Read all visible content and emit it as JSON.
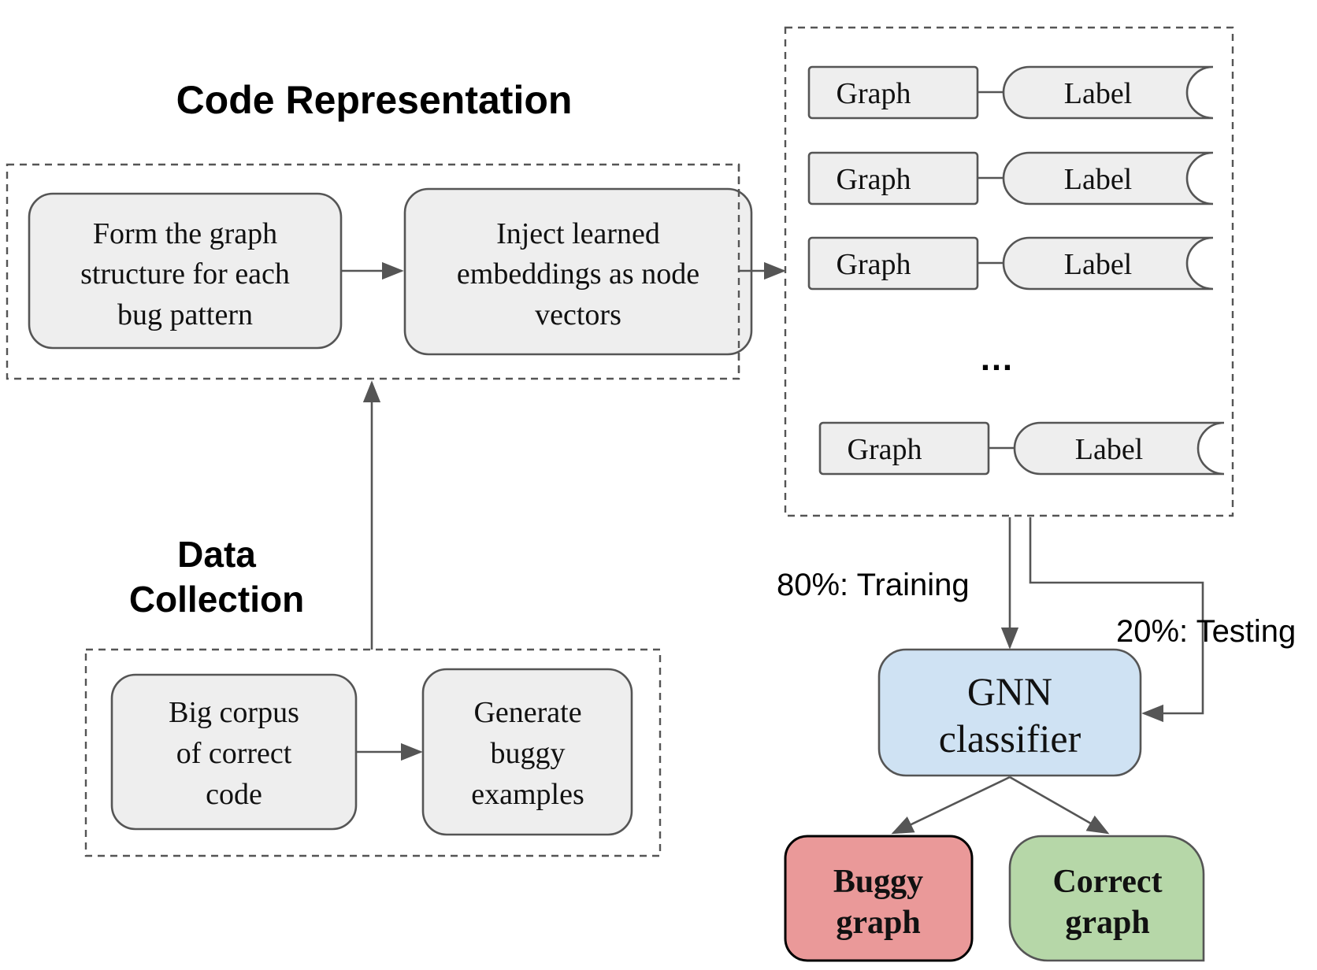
{
  "code_representation": {
    "title": "Code Representation",
    "form_graph": [
      "Form the graph",
      "structure for each",
      "bug pattern"
    ],
    "inject_embeddings": [
      "Inject learned",
      "embeddings as node",
      "vectors"
    ]
  },
  "data_collection": {
    "title": [
      "Data",
      "Collection"
    ],
    "big_corpus": [
      "Big corpus",
      "of correct",
      "code"
    ],
    "generate_buggy": [
      "Generate",
      "buggy",
      "examples"
    ]
  },
  "dataset": {
    "pairs": [
      {
        "graph": "Graph",
        "label": "Label"
      },
      {
        "graph": "Graph",
        "label": "Label"
      },
      {
        "graph": "Graph",
        "label": "Label"
      },
      {
        "graph": "Graph",
        "label": "Label"
      }
    ],
    "ellipsis": "…"
  },
  "split": {
    "training": "80%: Training",
    "testing": "20%: Testing"
  },
  "classifier": [
    "GNN",
    "classifier"
  ],
  "outputs": {
    "buggy": [
      "Buggy",
      "graph"
    ],
    "correct": [
      "Correct",
      "graph"
    ]
  },
  "colors": {
    "box_fill": "#eeeeee",
    "classifier_fill": "#cfe2f3",
    "buggy_fill": "#ea9999",
    "correct_fill": "#b6d7a8",
    "stroke": "#555555"
  }
}
